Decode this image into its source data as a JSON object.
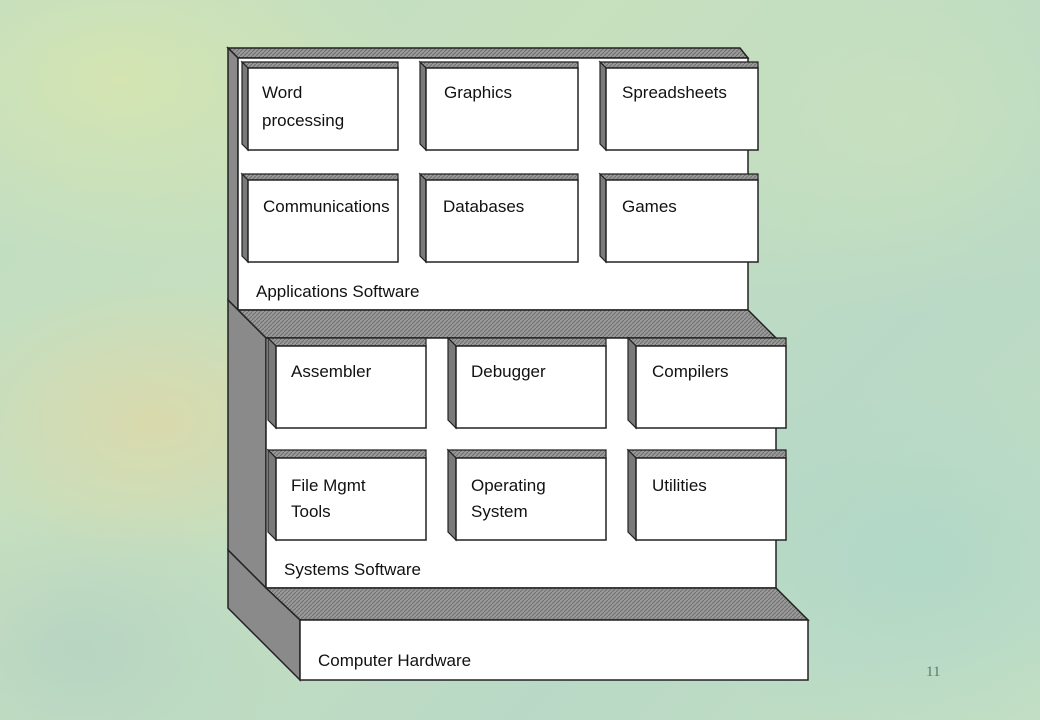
{
  "applications": {
    "title": "Applications Software",
    "boxes": [
      {
        "line1": "Word",
        "line2": "processing"
      },
      {
        "line1": "Graphics",
        "line2": ""
      },
      {
        "line1": "Spreadsheets",
        "line2": ""
      },
      {
        "line1": "Communications",
        "line2": ""
      },
      {
        "line1": "Databases",
        "line2": ""
      },
      {
        "line1": "Games",
        "line2": ""
      }
    ]
  },
  "systems": {
    "title": "Systems Software",
    "boxes": [
      {
        "line1": "Assembler",
        "line2": ""
      },
      {
        "line1": "Debugger",
        "line2": ""
      },
      {
        "line1": "Compilers",
        "line2": ""
      },
      {
        "line1": "File Mgmt",
        "line2": "Tools"
      },
      {
        "line1": "Operating",
        "line2": "System"
      },
      {
        "line1": "Utilities",
        "line2": ""
      }
    ]
  },
  "hardware": {
    "title": "Computer Hardware"
  },
  "slide_number": "11"
}
